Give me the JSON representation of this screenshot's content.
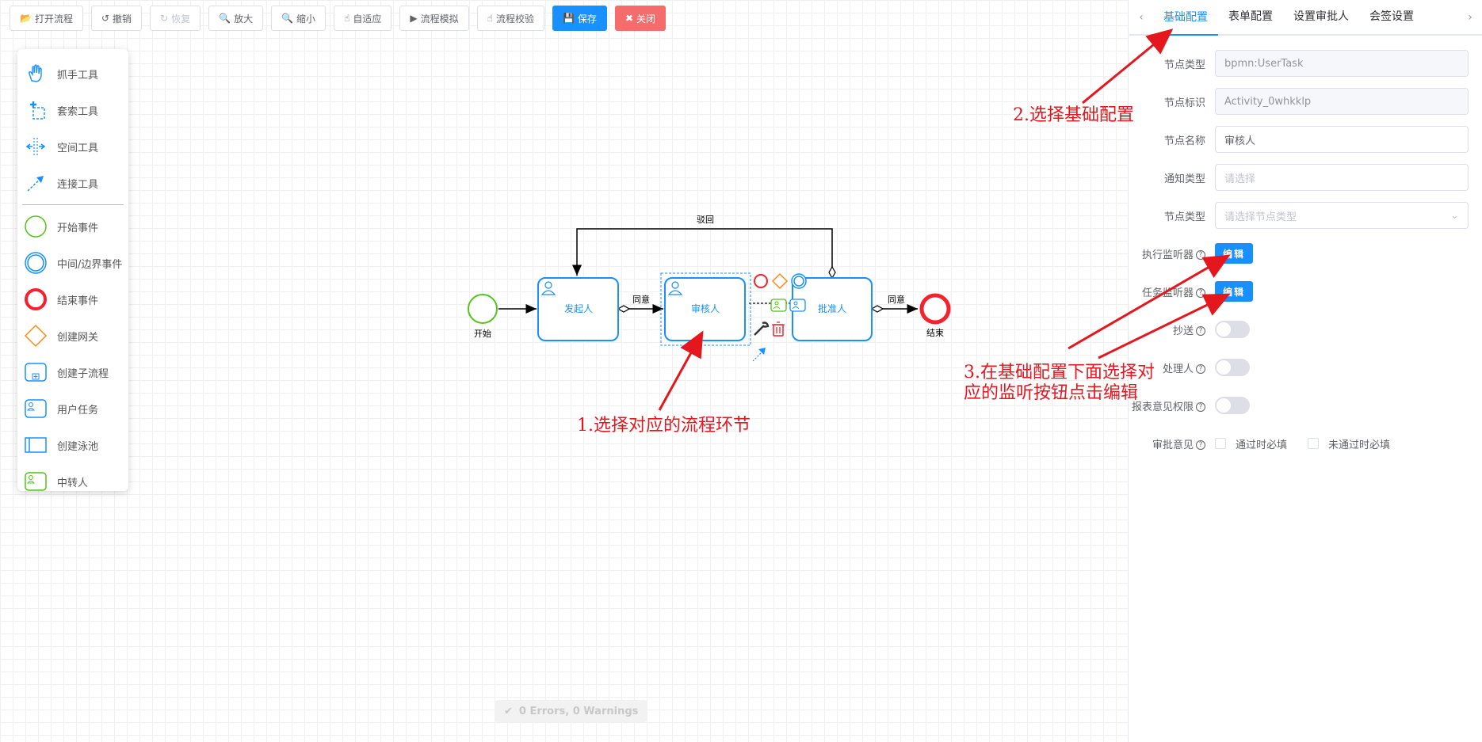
{
  "toolbar": {
    "open": "打开流程",
    "undo": "撤销",
    "redo": "恢复",
    "zoom_in": "放大",
    "zoom_out": "缩小",
    "fit": "自适应",
    "simulate": "流程模拟",
    "validate": "流程校验",
    "save": "保存",
    "close": "关闭"
  },
  "palette": {
    "tools": [
      "抓手工具",
      "套索工具",
      "空间工具",
      "连接工具"
    ],
    "elements": [
      "开始事件",
      "中间/边界事件",
      "结束事件",
      "创建网关",
      "创建子流程",
      "用户任务",
      "创建泳池",
      "中转人"
    ]
  },
  "diagram": {
    "start": "开始",
    "end": "结束",
    "task1": "发起人",
    "task2": "审核人",
    "task3": "批准人",
    "flow_agree": "同意",
    "flow_agree2": "同意",
    "flow_reject": "驳回"
  },
  "status": "0 Errors, 0 Warnings",
  "panel": {
    "tabs": [
      "基础配置",
      "表单配置",
      "设置审批人",
      "会签设置"
    ],
    "fields": {
      "node_type_label": "节点类型",
      "node_type_value": "bpmn:UserTask",
      "node_id_label": "节点标识",
      "node_id_value": "Activity_0whkklp",
      "node_name_label": "节点名称",
      "node_name_value": "审核人",
      "notify_label": "通知类型",
      "notify_placeholder": "请选择",
      "node_kind_label": "节点类型",
      "node_kind_placeholder": "请选择节点类型",
      "exec_listener_label": "执行监听器",
      "task_listener_label": "任务监听器",
      "edit_label": "编辑",
      "cc_label": "抄送",
      "handler_label": "处理人",
      "opinion_perm_label": "报表意见权限",
      "opinion_label": "审批意见",
      "pass_required": "通过时必填",
      "fail_required": "未通过时必填"
    }
  },
  "annotations": {
    "a1": "1.选择对应的流程环节",
    "a2": "2.选择基础配置",
    "a3_line1": "3.在基础配置下面选择对",
    "a3_line2": "应的监听按钮点击编辑"
  },
  "colors": {
    "primary": "#1890ff",
    "danger": "#f56c6c",
    "annotation": "#e4161e",
    "start_event": "#52c41a",
    "end_event": "#f5222d"
  }
}
